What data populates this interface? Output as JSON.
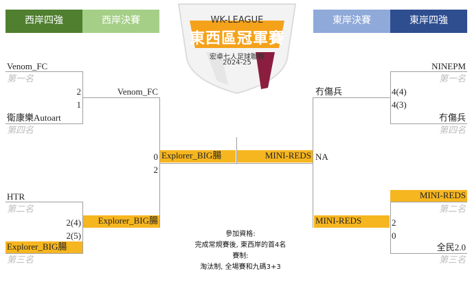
{
  "headers": {
    "west_top4": "西岸四強",
    "west_final": "西岸決賽",
    "east_final": "東岸決賽",
    "east_top4": "東岸四強"
  },
  "colors": {
    "west_top4": "#4f7f2f",
    "west_final": "#a5cf87",
    "east_final": "#8fa9d9",
    "east_top4": "#2f4e90",
    "highlight": "#f6b620",
    "logo_orange": "#f5a21b",
    "logo_maroon": "#8b1e3f"
  },
  "logo": {
    "league": "WK-LEAGUE",
    "title": "東西區冠軍賽",
    "subtitle": "宏卓七人足球聯賽",
    "season": "2024-25"
  },
  "west": {
    "semi1": {
      "team_a": "Venom_FC",
      "rank_a": "第一名",
      "score_a": "2",
      "team_b": "衛康樂Autoart",
      "rank_b": "第四名",
      "score_b": "1"
    },
    "semi2": {
      "team_a": "HTR",
      "rank_a": "第二名",
      "score_a": "2(4)",
      "team_b": "Explorer_BIG腸",
      "rank_b": "第三名",
      "score_b": "2(5)"
    },
    "final_team_top": "Venom_FC",
    "final_team_bottom": "Explorer_BIG腸"
  },
  "east": {
    "semi1": {
      "team_a": "NINEPM",
      "rank_a": "第一名",
      "score_a": "4(4)",
      "team_b": "冇傷兵",
      "rank_b": "第四名",
      "score_b": "4(3)"
    },
    "semi2": {
      "team_a": "MINI-REDS",
      "rank_a": "第二名",
      "score_a": "2",
      "team_b": "全民2.0",
      "rank_b": "第三名",
      "score_b": "0"
    },
    "final_team_top": "冇傷兵",
    "final_team_bottom": "MINI-REDS"
  },
  "final": {
    "west_score_top": "0",
    "west_score_bottom": "2",
    "west_team": "Explorer_BIG腸",
    "east_team": "MINI-REDS",
    "east_score": "NA"
  },
  "note": {
    "line1": "參加資格:",
    "line2": "完成常規賽後, 東西岸的首4名",
    "line3": "賽制:",
    "line4": "淘汰制, 全場賽和九碼3+3"
  }
}
